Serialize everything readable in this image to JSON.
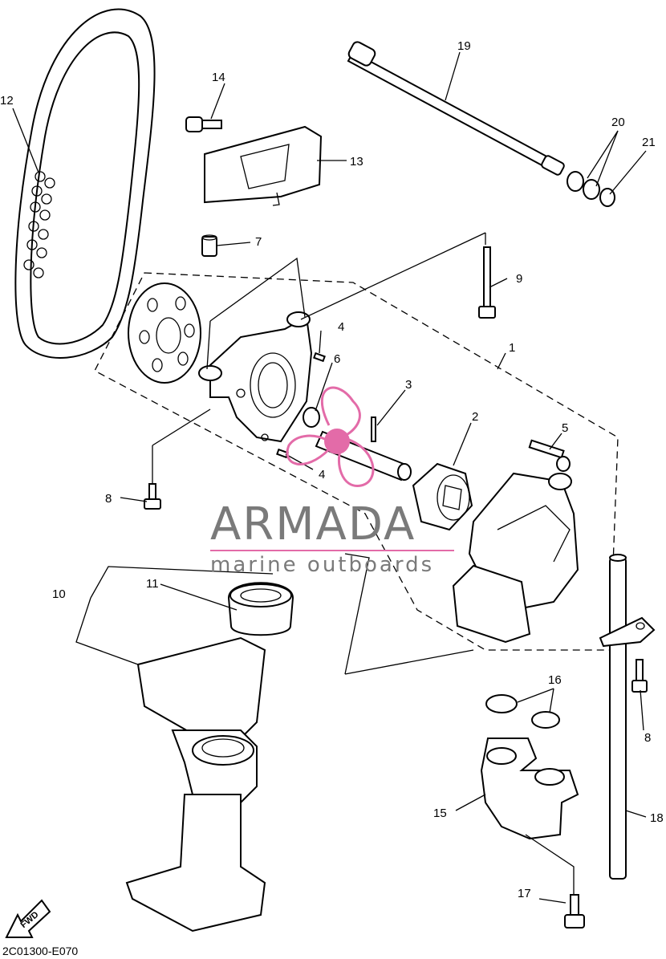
{
  "diagram_code": "2C01300-E070",
  "fwd_label": "FWD",
  "watermark": {
    "brand": "ARMADA",
    "tagline": "marine outboards",
    "accent_color": "#e36ba8",
    "text_color": "#7a7a7a"
  },
  "callouts": [
    {
      "id": "c1",
      "label": "1"
    },
    {
      "id": "c2",
      "label": "2"
    },
    {
      "id": "c3",
      "label": "3"
    },
    {
      "id": "c4a",
      "label": "4"
    },
    {
      "id": "c4b",
      "label": "4"
    },
    {
      "id": "c5",
      "label": "5"
    },
    {
      "id": "c6",
      "label": "6"
    },
    {
      "id": "c7",
      "label": "7"
    },
    {
      "id": "c8a",
      "label": "8"
    },
    {
      "id": "c8b",
      "label": "8"
    },
    {
      "id": "c9",
      "label": "9"
    },
    {
      "id": "c10",
      "label": "10"
    },
    {
      "id": "c11",
      "label": "11"
    },
    {
      "id": "c12",
      "label": "12"
    },
    {
      "id": "c13",
      "label": "13"
    },
    {
      "id": "c14",
      "label": "14"
    },
    {
      "id": "c15",
      "label": "15"
    },
    {
      "id": "c16",
      "label": "16"
    },
    {
      "id": "c17",
      "label": "17"
    },
    {
      "id": "c18",
      "label": "18"
    },
    {
      "id": "c19",
      "label": "19"
    },
    {
      "id": "c20",
      "label": "20"
    },
    {
      "id": "c21",
      "label": "21"
    }
  ]
}
